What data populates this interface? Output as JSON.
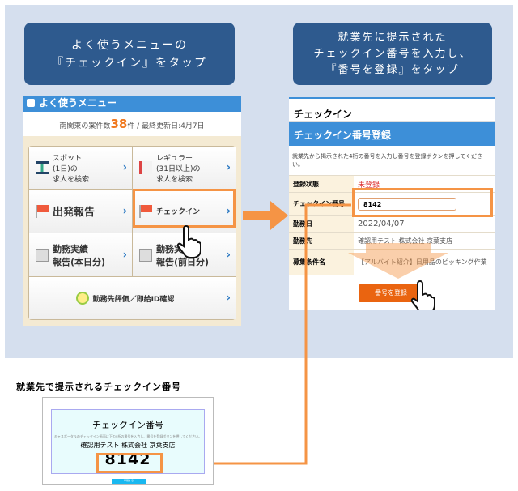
{
  "callouts": {
    "left": [
      "よく使うメニューの",
      "『チェックイン』をタップ"
    ],
    "right": [
      "就業先に提示された",
      "チェックイン番号を入力し、",
      "『番号を登録』をタップ"
    ]
  },
  "menu": {
    "header": "よく使うメニュー",
    "count_prefix": "南関東の案件数",
    "count": "38",
    "count_suffix": "件 / 最終更新日:4月7日",
    "items": [
      {
        "label": "スポット\n(1日)の\n求人を検索"
      },
      {
        "label": "レギュラー\n(31日以上)の\n求人を検索"
      },
      {
        "label": "出発報告"
      },
      {
        "label": "チェックイン"
      },
      {
        "label": "勤務実績\n報告(本日分)"
      },
      {
        "label": "勤務実績\n報告(前日分)"
      },
      {
        "label": "勤務先評価／即給ID確認"
      }
    ]
  },
  "checkin": {
    "title": "チェックイン",
    "band": "チェックイン番号登録",
    "desc": "就業先から掲示された4桁の番号を入力し番号を登録ボタンを押してください。",
    "rows": [
      {
        "k": "登録状態",
        "v": "未登録"
      },
      {
        "k": "チェックイン番号",
        "v": "8142"
      },
      {
        "k": "勤務日",
        "v": "2022/04/07"
      },
      {
        "k": "勤務先",
        "v": "確認用テスト 株式会社 京葉支店"
      },
      {
        "k": "募集条件名",
        "v": "【アルバイト紹介】日用品のピッキング作業"
      }
    ],
    "button": "番号を登録"
  },
  "caption": "就業先で提示されるチェックイン番号",
  "card": {
    "title": "チェックイン番号",
    "sub": "キャスポータルのチェックイン画面に下の4桁の番号を入力し、番号を登録ボタンを押してください。",
    "company": "確認用テスト 株式会社 京葉支店",
    "number": "8142",
    "button": "印刷する"
  },
  "colors": {
    "accent": "#f59445",
    "blue": "#3d8fd8",
    "navy": "#2e5a8e"
  }
}
